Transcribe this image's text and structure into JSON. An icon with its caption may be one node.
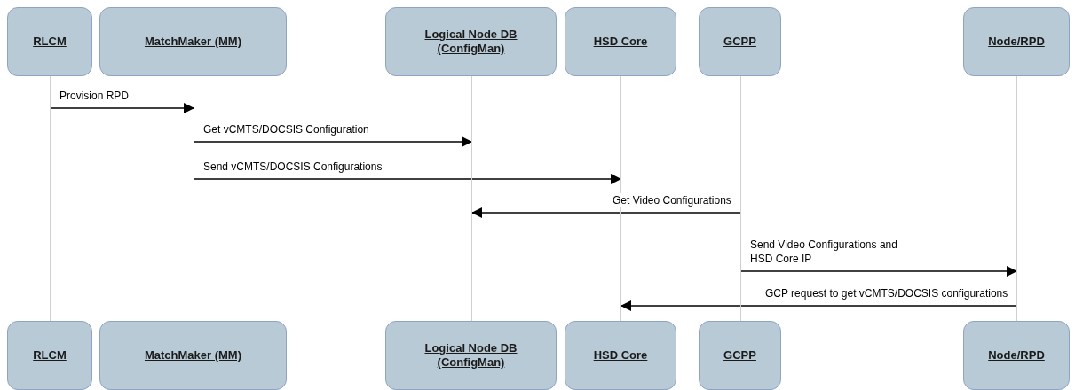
{
  "diagram": {
    "nodes": [
      {
        "text": [
          "RLCM"
        ]
      },
      {
        "text": [
          "MatchMaker (MM)"
        ]
      },
      {
        "text": [
          "Logical Node DB (ConfigMan)"
        ]
      },
      {
        "text": [
          "HSD Core"
        ]
      },
      {
        "text": [
          "GCPP"
        ]
      },
      {
        "text": [
          "Node/RPD"
        ]
      },
      {
        "text": [],
        "shape": "bar"
      },
      {
        "text": [],
        "shape": "bar"
      },
      {
        "text": [],
        "shape": "bar"
      },
      {
        "text": [],
        "shape": "bar"
      },
      {
        "text": [],
        "shape": "bar"
      },
      {
        "text": [],
        "shape": "bar"
      },
      {
        "text": [
          "RLCM"
        ]
      },
      {
        "text": [
          "MatchMaker (MM)"
        ]
      },
      {
        "text": [
          "Logical Node DB (ConfigMan)"
        ]
      },
      {
        "text": [
          "HSD Core"
        ]
      },
      {
        "text": [
          "GCPP"
        ]
      },
      {
        "text": [
          "Node/RPD"
        ]
      }
    ],
    "edges": [
      {
        "from": 6,
        "to": 7,
        "arrow": "to",
        "label": "Provision RPD"
      },
      {
        "from": 7,
        "to": 8,
        "arrow": "to",
        "label": "Get vCMTS/DOCSIS Configuration"
      },
      {
        "from": 7,
        "to": 9,
        "arrow": "to",
        "label": "Send vCMTS/DOCSIS Configurations"
      },
      {
        "from": 10,
        "to": 8,
        "arrow": "to",
        "label": "Get Video Configurations"
      },
      {
        "from": 10,
        "to": 11,
        "arrow": "to",
        "label": "Send Video Configurations and HSD Core IP"
      },
      {
        "from": 11,
        "to": 9,
        "arrow": "to",
        "label": "GCP request to get vCMTS/DOCSIS configurations"
      }
    ]
  }
}
